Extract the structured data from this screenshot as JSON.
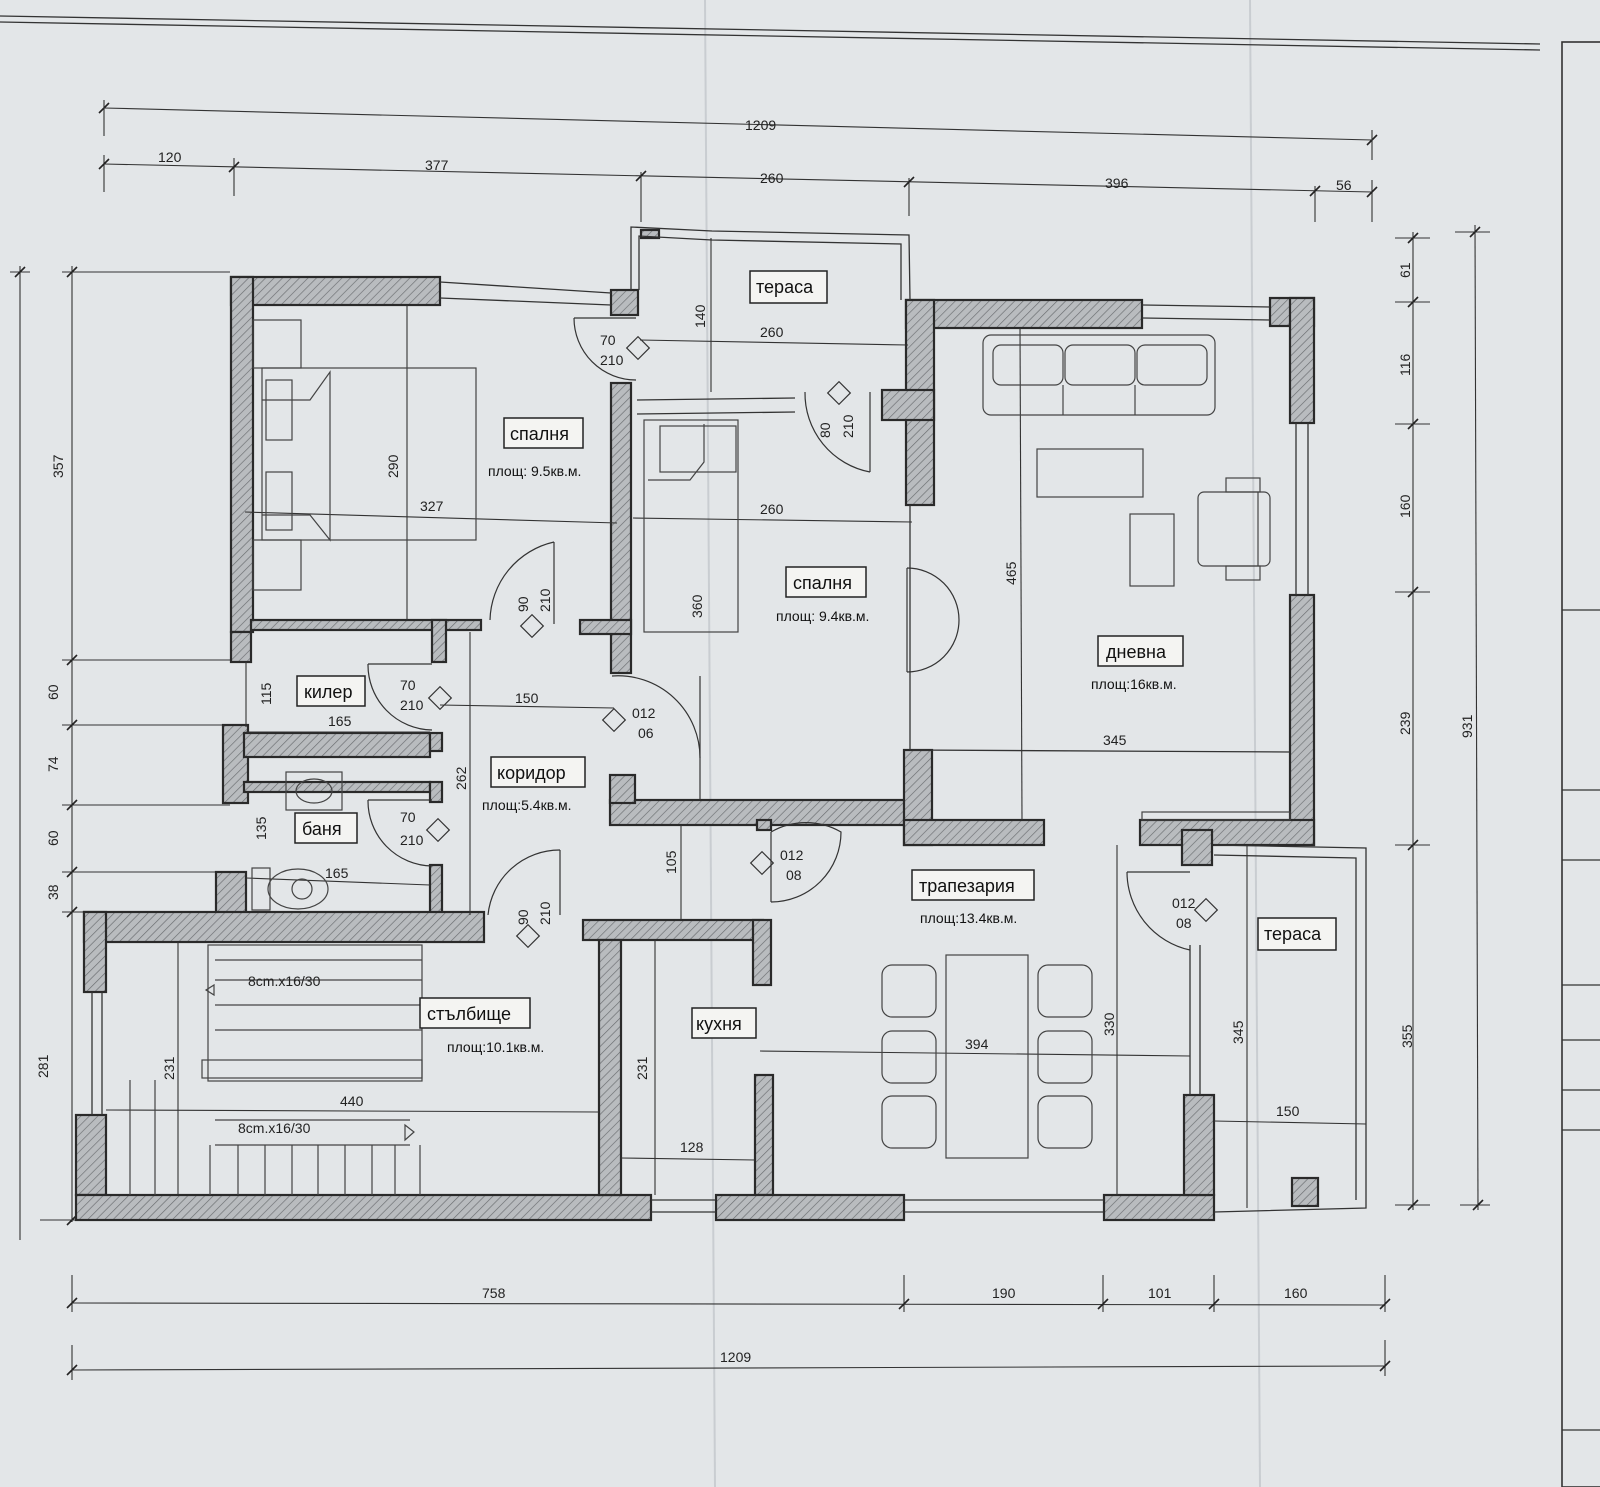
{
  "dimensions": {
    "top_total": "1209",
    "top_segments": [
      "120",
      "377",
      "260",
      "396",
      "56"
    ],
    "bottom_segments": [
      "758",
      "190",
      "101",
      "160"
    ],
    "bottom_total": "1209",
    "left_total": "357",
    "left_segments": [
      "60",
      "74",
      "60",
      "38"
    ],
    "left_lower": "281",
    "right_segments": [
      "61",
      "116",
      "160",
      "239"
    ],
    "right_lower": "355",
    "right_total": "931"
  },
  "rooms": [
    {
      "name": "тераса",
      "area": ""
    },
    {
      "name": "спалня",
      "area": "площ: 9.5кв.м."
    },
    {
      "name": "спалня",
      "area": "площ: 9.4кв.м."
    },
    {
      "name": "дневна",
      "area": "площ:16кв.м."
    },
    {
      "name": "килер",
      "area": ""
    },
    {
      "name": "коридор",
      "area": "площ:5.4кв.м."
    },
    {
      "name": "баня",
      "area": ""
    },
    {
      "name": "трапезария",
      "area": "площ:13.4кв.м."
    },
    {
      "name": "стълбище",
      "area": "площ:10.1кв.м."
    },
    {
      "name": "кухня",
      "area": ""
    },
    {
      "name": "тераса",
      "area": ""
    }
  ],
  "inner_dims": {
    "terrace_depth": "140",
    "terrace_width": "260",
    "bed1_height": "290",
    "bed1_width": "327",
    "bed2_width": "260",
    "bed2_depth": "360",
    "living_height": "465",
    "living_width": "345",
    "pantry_height": "115",
    "pantry_width": "165",
    "corridor_width": "150",
    "corridor_height": "262",
    "bath_height": "135",
    "bath_width": "165",
    "passage": "105",
    "stair_height": "231",
    "stair_width": "440",
    "kitchen_height": "231",
    "kitchen_width": "128",
    "dining_width": "394",
    "dining_height": "330",
    "terrace2_height": "345",
    "terrace2_width": "150"
  },
  "doors": [
    {
      "w": "70",
      "h": "210"
    },
    {
      "w": "80",
      "h": "210"
    },
    {
      "w": "90",
      "h": "210"
    },
    {
      "w": "70",
      "h": "210"
    },
    {
      "w": "012",
      "h": "06"
    },
    {
      "w": "70",
      "h": "210"
    },
    {
      "w": "012",
      "h": "08"
    },
    {
      "w": "90",
      "h": "210"
    },
    {
      "w": "012",
      "h": "08"
    }
  ],
  "stairs": {
    "upper": "8cm.x16/30",
    "lower": "8cm.x16/30"
  }
}
